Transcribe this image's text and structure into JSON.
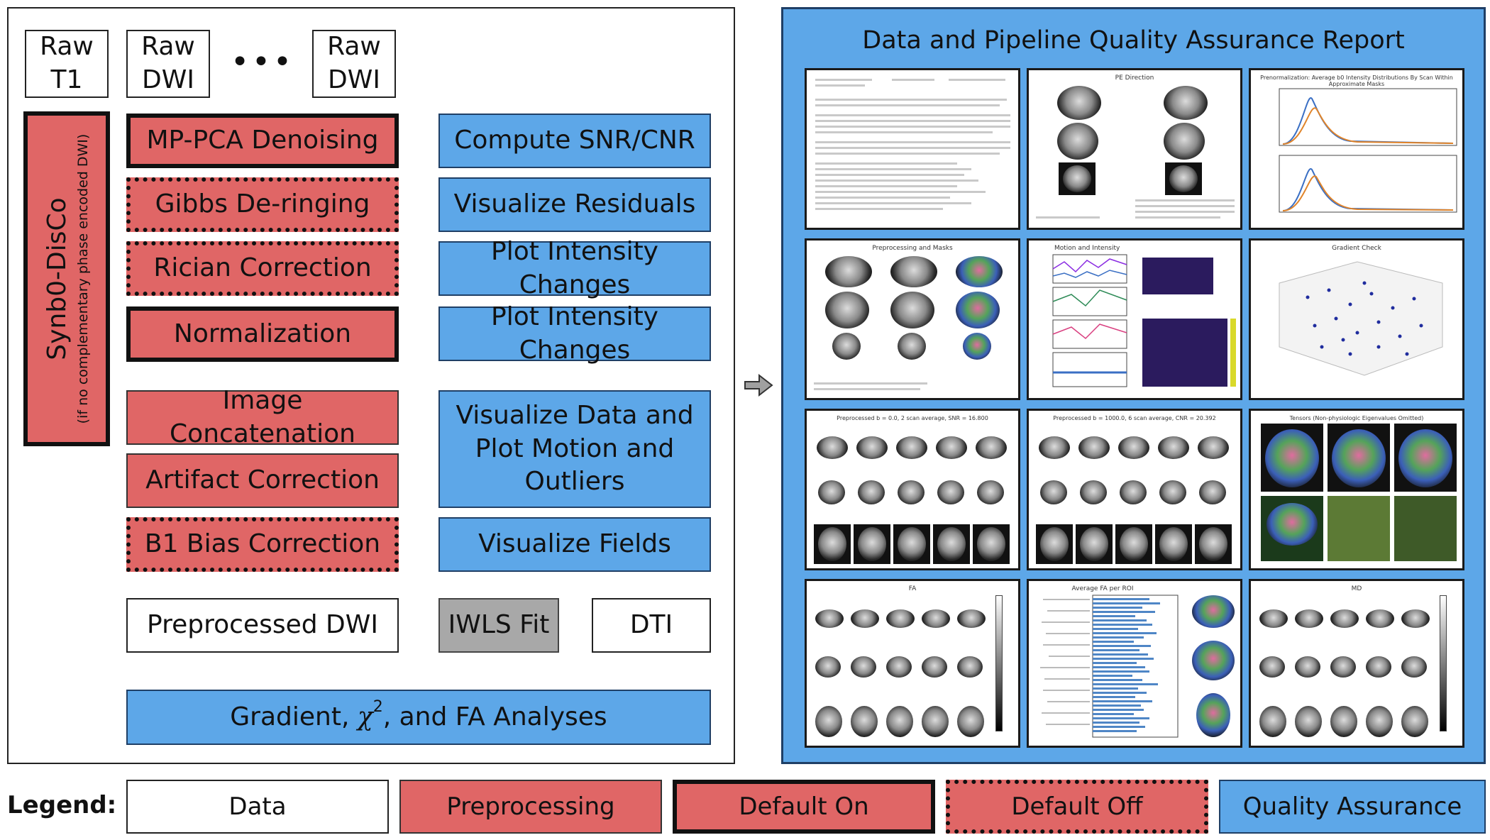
{
  "left": {
    "inputs": [
      {
        "line1": "Raw",
        "line2": "T1"
      },
      {
        "line1": "Raw",
        "line2": "DWI"
      },
      {
        "line1": "Raw",
        "line2": "DWI"
      }
    ],
    "ellipsis": "•••",
    "synb0": {
      "title": "Synb0-DisCo",
      "subtitle": "(if no complementary phase encoded DWI)"
    },
    "steps": [
      {
        "label": "MP-PCA Denoising",
        "qa": "Compute SNR/CNR"
      },
      {
        "label": "Gibbs De-ringing",
        "qa": "Visualize Residuals"
      },
      {
        "label": "Rician Correction",
        "qa": "Plot Intensity Changes"
      },
      {
        "label": "Normalization",
        "qa": "Plot Intensity Changes"
      }
    ],
    "image_concat": "Image Concatenation",
    "artifact": "Artifact Correction",
    "artifact_qa": "Visualize Data and Plot Motion and Outliers",
    "b1": "B1 Bias Correction",
    "b1_qa": "Visualize Fields",
    "preprocessed": "Preprocessed DWI",
    "iwls": "IWLS Fit",
    "dti": "DTI",
    "analyses_pre": "Gradient, ",
    "analyses_chi": "χ",
    "analyses_sup": "2",
    "analyses_post": ", and FA Analyses"
  },
  "report": {
    "title": "Data and Pipeline Quality Assurance Report",
    "pages": [
      {
        "title": ""
      },
      {
        "title": "PE Direction"
      },
      {
        "title": "Prenormalization: Average b0 Intensity Distributions By Scan Within Approximate Masks"
      },
      {
        "title": "Preprocessing and Masks"
      },
      {
        "title": "Motion and Intensity"
      },
      {
        "title": "Gradient Check"
      },
      {
        "title": "Preprocessed b = 0.0, 2 scan average, SNR = 16.800"
      },
      {
        "title": "Preprocessed b = 1000.0, 6 scan average, CNR = 20.392"
      },
      {
        "title": "Tensors (Non-physiologic Eigenvalues Omitted)"
      },
      {
        "title": "FA"
      },
      {
        "title": "Average FA per ROI"
      },
      {
        "title": "MD"
      }
    ]
  },
  "legend": {
    "label": "Legend:",
    "items": [
      "Data",
      "Preprocessing",
      "Default On",
      "Default Off",
      "Quality Assurance"
    ]
  },
  "colors": {
    "preprocessing": "#e06666",
    "quality_assurance": "#5da7e8",
    "data": "#ffffff",
    "fit": "#a8a8a8"
  }
}
